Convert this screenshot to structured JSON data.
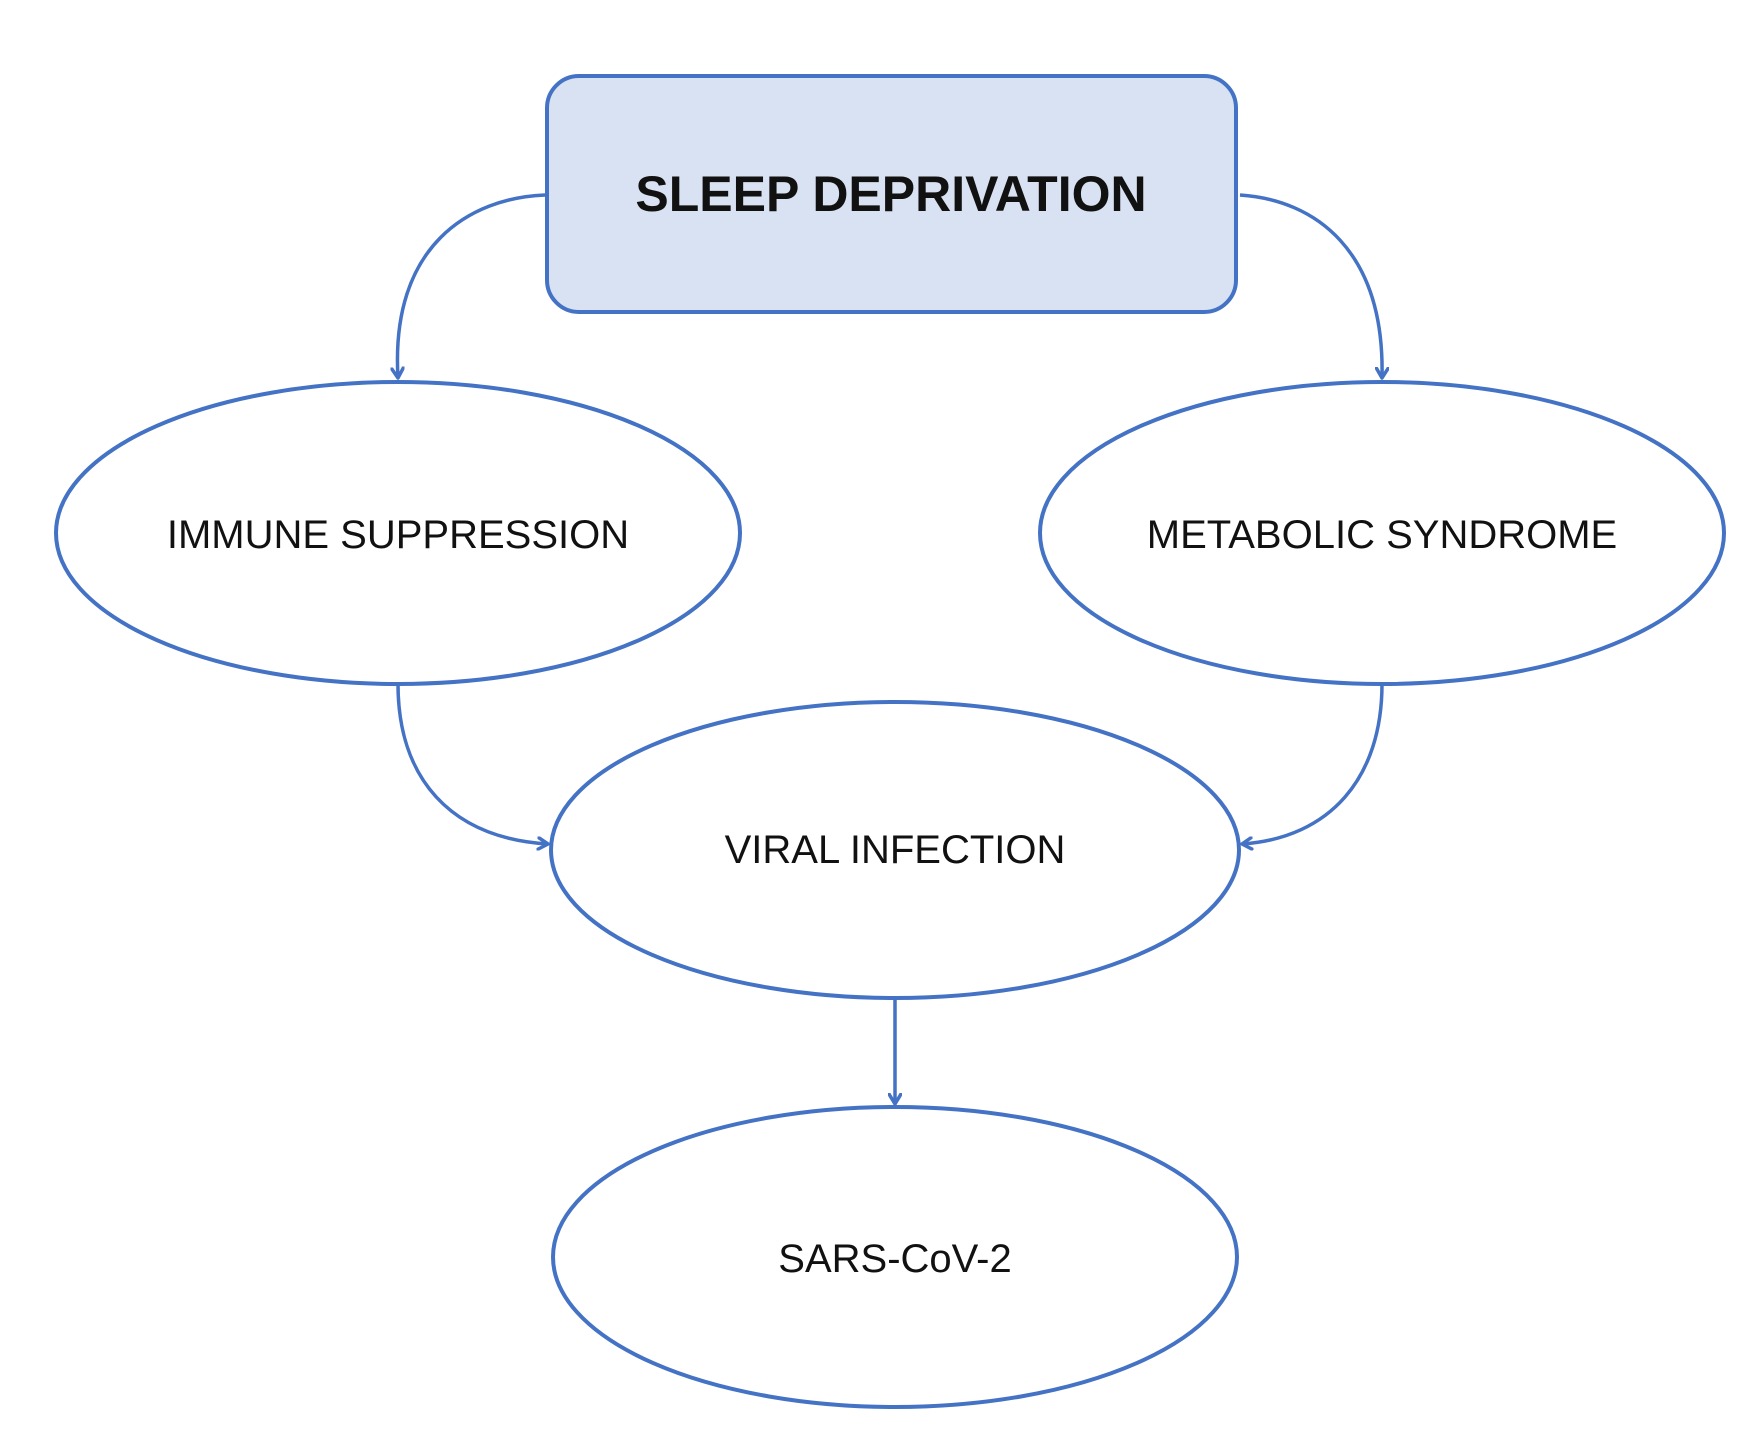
{
  "colors": {
    "stroke": "#4472C4",
    "title_fill": "#D9E2F3",
    "node_fill": "#FFFFFF",
    "text": "#111111"
  },
  "nodes": {
    "sleep_deprivation": "SLEEP DEPRIVATION",
    "immune_suppression": "IMMUNE SUPPRESSION",
    "metabolic_syndrome": "METABOLIC SYNDROME",
    "viral_infection": "VIRAL INFECTION",
    "sars_cov_2": "SARS-CoV-2"
  },
  "edges": [
    {
      "from": "sleep_deprivation",
      "to": "immune_suppression"
    },
    {
      "from": "sleep_deprivation",
      "to": "metabolic_syndrome"
    },
    {
      "from": "immune_suppression",
      "to": "viral_infection"
    },
    {
      "from": "metabolic_syndrome",
      "to": "viral_infection"
    },
    {
      "from": "viral_infection",
      "to": "sars_cov_2"
    }
  ]
}
